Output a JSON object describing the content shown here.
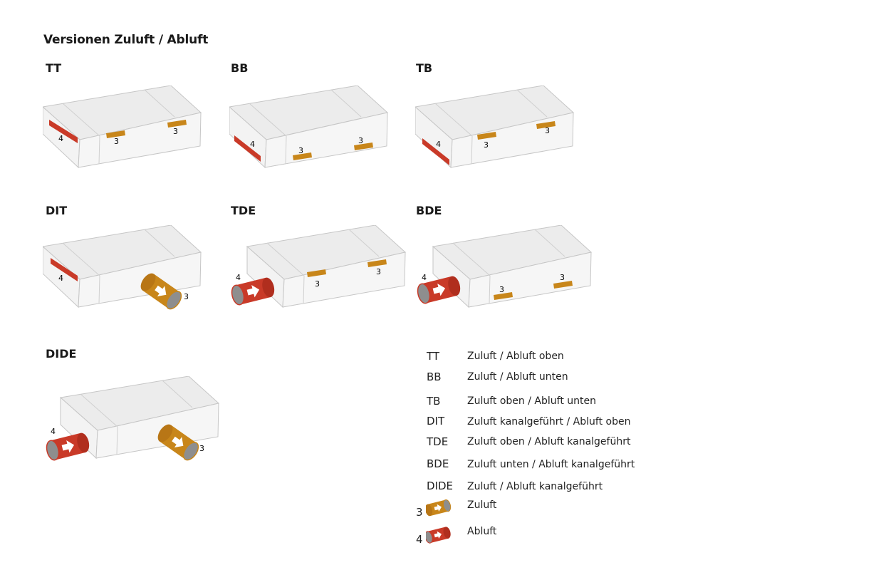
{
  "title": "Versionen Zuluft / Abluft",
  "versions": [
    {
      "code": "TT",
      "supply": "3",
      "exhaust": "4"
    },
    {
      "code": "BB",
      "supply": "3",
      "exhaust": "4"
    },
    {
      "code": "TB",
      "supply": "3",
      "exhaust": "4"
    },
    {
      "code": "DIT",
      "supply": "3",
      "exhaust": "4"
    },
    {
      "code": "TDE",
      "supply": "3",
      "exhaust": "4"
    },
    {
      "code": "BDE",
      "supply": "3",
      "exhaust": "4"
    },
    {
      "code": "DIDE",
      "supply": "3",
      "exhaust": "4"
    }
  ],
  "legend": [
    {
      "code": "TT",
      "desc": "Zuluft / Abluft oben"
    },
    {
      "code": "BB",
      "desc": "Zuluft / Abluft unten"
    },
    {
      "code": "TB",
      "desc": "Zuluft oben / Abluft unten"
    },
    {
      "code": "DIT",
      "desc": "Zuluft kanalgeführt / Abluft oben"
    },
    {
      "code": "TDE",
      "desc": "Zuluft oben / Abluft kanalgeführt"
    },
    {
      "code": "BDE",
      "desc": "Zuluft unten / Abluft kanalgeführt"
    },
    {
      "code": "DIDE",
      "desc": "Zuluft / Abluft kanalgeführt"
    }
  ],
  "key": [
    {
      "num": "3",
      "label": "Zuluft",
      "color": "#c8861a"
    },
    {
      "num": "4",
      "label": "Abluft",
      "color": "#c93a28"
    }
  ],
  "colors": {
    "supply": "#c8861a",
    "exhaust": "#c93a28",
    "unit_top": "#ececec",
    "unit_front": "#f5f5f5",
    "unit_side": "#f3f3f3",
    "unit_edge": "#c6c6c6"
  }
}
